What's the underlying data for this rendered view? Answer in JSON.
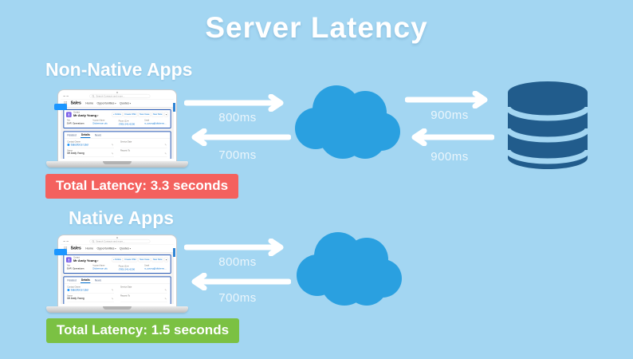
{
  "title": "Server Latency",
  "colors": {
    "background": "#A3D6F2",
    "cloud": "#2AA0E0",
    "database": "#215C8C",
    "badge_red": "#F4615E",
    "badge_green": "#7BC143",
    "arrow": "#FFFFFF",
    "salesforce_link": "#0070D2",
    "record_border": "#2B5DB8",
    "contact_icon": "#7B5FE8"
  },
  "sections": {
    "non_native": {
      "label": "Non-Native Apps",
      "client_to_cloud": "800ms",
      "cloud_to_client": "700ms",
      "cloud_to_db": "900ms",
      "db_to_cloud": "900ms",
      "badge": "Total Latency: 3.3 seconds"
    },
    "native": {
      "label": "Native Apps",
      "client_to_cloud": "800ms",
      "cloud_to_client": "700ms",
      "badge": "Total Latency: 1.5 seconds"
    }
  },
  "laptop": {
    "search_placeholder": "Search Contacts and more...",
    "app_name": "Sales",
    "nav_tabs": [
      "Home",
      "Opportunities",
      "Quotes"
    ],
    "record": {
      "entity_label": "Contact",
      "name": "Mr Andy Young",
      "buttons": [
        "+ Follow",
        "Create Offer",
        "New Case",
        "New Note"
      ],
      "fields": [
        {
          "label": "Title",
          "value": "SVP, Operations"
        },
        {
          "label": "Account Name",
          "value": "Dickenson plc"
        },
        {
          "label": "Phone (2)",
          "value": "(785) 241-6200"
        },
        {
          "label": "Email",
          "value": "a_young@dickenson.com"
        }
      ],
      "tabs": [
        "Related",
        "Details",
        "News"
      ],
      "active_tab": "Details",
      "details": [
        {
          "label": "Contact Owner",
          "value": "Salesforce User"
        },
        {
          "label": "Service Date",
          "value": ""
        },
        {
          "label": "Name",
          "value": "Mr Andy Young"
        },
        {
          "label": "Reports To",
          "value": ""
        }
      ]
    }
  }
}
